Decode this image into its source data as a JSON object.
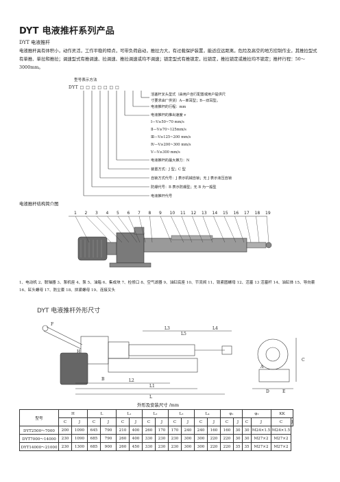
{
  "document": {
    "title": "DYT 电液推杆系列产品",
    "subtitle": "DYT 电液推杆",
    "intro": "电液推杆具有体积小，动作灵活，工作平稳的特点，可带负荷启动，推拉力大，有过载保护装置，能适应远距离，危险及高空的地方控制作业，其推拉型式有单推、单拉和推拉；调速型式有推调速、拉调速、推拉调速或均不调速；锁定型式有推锁定，拉锁定，推拉锁定或推拉均不锁定；推杆行程：50～3000mm。"
  },
  "model_code": {
    "header": "型号表示方法",
    "code": "DYT □ □ □ □ □ □ □",
    "lines": [
      "活塞杆叉头型式（由用户自行配置或用户提供尺",
      "寸要求由厂供货）A—单耳型；B—双耳型。",
      "电液推杆的行程：mm",
      "电液推杆的推出速度 v",
      "Ⅰ—V≥50~70 mm/s",
      "Ⅱ—V≥70~125mm/s",
      "Ⅲ—V≥125~200 mm/s",
      "Ⅳ—V≥200~300 mm/s",
      "Ⅴ—V≥300 mm/s",
      "电液推杆的最大推力：N",
      "装置方式：J 型；C 型",
      "自锁方式代号：J 表示机械自锁；无 J 表示液压自锁",
      "防爆代号：B 表示防爆型；无 B 为一般型",
      "电液推杆代号"
    ]
  },
  "structure": {
    "title": "电液推杆结构简介图",
    "numbers": [
      "1",
      "2",
      "3",
      "4",
      "5",
      "6",
      "7",
      "8",
      "9",
      "10",
      "11",
      "12",
      "13",
      "14",
      "15",
      "16",
      "17",
      "18",
      "19"
    ],
    "parts": "1、电动机 2、联轴器 3、泵机座 4、泵 5、油箱 6、集成块 7、检修口 8、空气滤器 9、油缸底座 10、节流阀 11、锁紧圆螺母 12、活塞 13 活塞杆 14、油缸体 15、导向套 16、缸头螺母 17、防尘套 18、拼紧螺母 19、连接叉头"
  },
  "dimension": {
    "title": "DYT 电液推杆外形尺寸",
    "labels": [
      "F",
      "H",
      "B",
      "L1",
      "L2",
      "L",
      "L3",
      "L4",
      "L5",
      "C",
      "D",
      "E",
      "A"
    ]
  },
  "table": {
    "title": "外形及安装尺寸 /mm",
    "model_header": "型号",
    "group_headers": [
      "H",
      "L",
      "L₁",
      "L₂",
      "L₃",
      "L₄",
      "φ₁",
      "φ₂",
      "KK"
    ],
    "sub_headers": [
      "C",
      "J",
      "C",
      "J",
      "C",
      "J",
      "C",
      "J",
      "C",
      "J",
      "C",
      "J",
      "C",
      "J",
      "C",
      "J",
      "C",
      "J"
    ],
    "rows": [
      [
        "DYT2500～7000",
        "200",
        "1090",
        "645",
        "790",
        "210",
        "400",
        "260",
        "170",
        "170",
        "240",
        "240",
        "160",
        "160",
        "30",
        "30",
        "M24×1.5",
        "M24×1.5"
      ],
      [
        "DYT7000～14000",
        "230",
        "1090",
        "685",
        "790",
        "260",
        "400",
        "330",
        "230",
        "230",
        "300",
        "300",
        "220",
        "220",
        "30",
        "30",
        "M27×2",
        "M27×2"
      ],
      [
        "DYT14000～21000",
        "230",
        "1300",
        "685",
        "900",
        "260",
        "450",
        "330",
        "230",
        "230",
        "300",
        "300",
        "220",
        "220",
        "35",
        "35",
        "M27×2",
        "M27×2"
      ]
    ]
  },
  "colors": {
    "text": "#222222",
    "line": "#333333",
    "motor": "#555555"
  }
}
